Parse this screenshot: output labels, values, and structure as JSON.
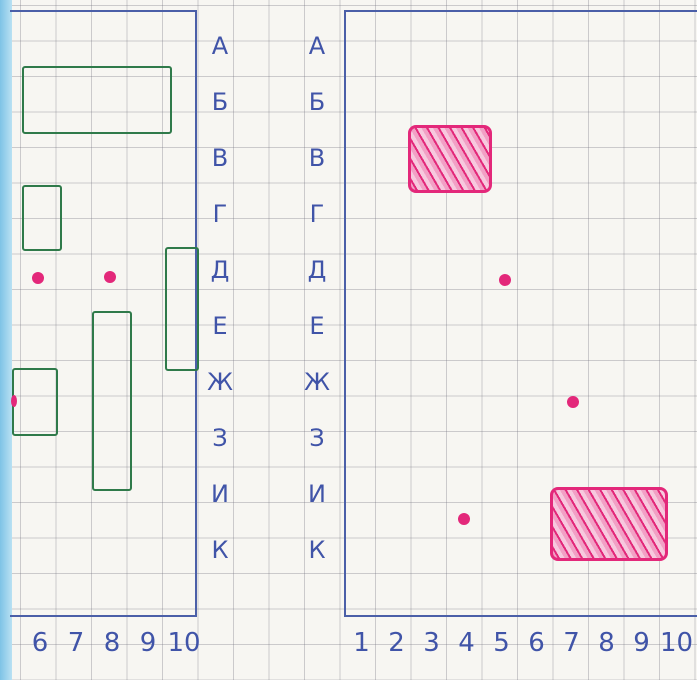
{
  "left_board": {
    "row_labels": [
      "А",
      "Б",
      "В",
      "Г",
      "Д",
      "Е",
      "Ж",
      "З",
      "И",
      "К"
    ],
    "col_labels": [
      "6",
      "7",
      "8",
      "9",
      "10"
    ]
  },
  "right_board": {
    "row_labels": [
      "А",
      "Б",
      "В",
      "Г",
      "Д",
      "Е",
      "Ж",
      "З",
      "И",
      "К"
    ],
    "col_labels": [
      "1",
      "2",
      "3",
      "4",
      "5",
      "6",
      "7",
      "8",
      "9",
      "10"
    ]
  },
  "colors": {
    "ink_blue": "#4b5fa8",
    "ship_green": "#2f7a4a",
    "hit_pink": "#e3287a"
  }
}
